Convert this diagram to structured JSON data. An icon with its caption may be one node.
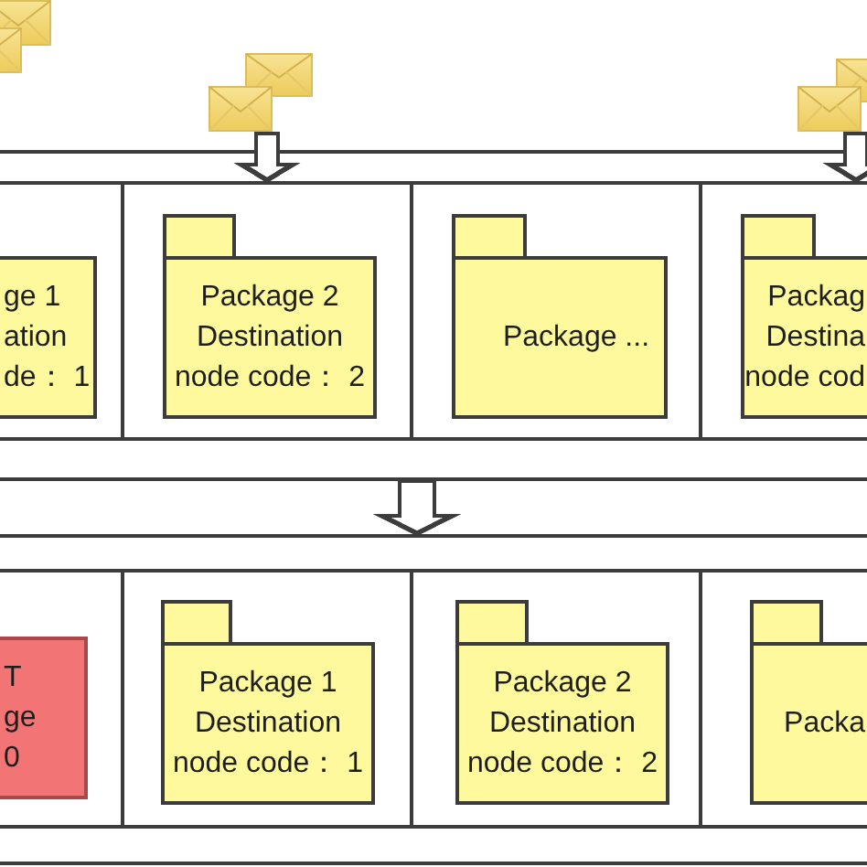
{
  "diagram": {
    "nodes": [
      {
        "text": [],
        "shape": "envelope"
      },
      {
        "text": [],
        "shape": "envelope"
      },
      {
        "text": [],
        "shape": "envelope"
      },
      {
        "text": [],
        "shape": "envelope"
      },
      {
        "text": [],
        "shape": "envelope"
      },
      {
        "text": [],
        "shape": "envelope"
      },
      {
        "text": [],
        "shape": "bar"
      },
      {
        "text": [],
        "shape": "box"
      },
      {
        "text": [
          "ge 1 ation de： 1"
        ],
        "in": 7
      },
      {
        "text": [],
        "shape": "box"
      },
      {
        "text": [
          "Package 2 Destination node code： 2"
        ],
        "in": 9
      },
      {
        "text": [],
        "shape": "box"
      },
      {
        "text": [
          "Package ..."
        ],
        "in": 11
      },
      {
        "text": [],
        "shape": "box"
      },
      {
        "text": [
          "Packag Destina node cod"
        ],
        "in": 13
      },
      {
        "text": [],
        "shape": "bar"
      },
      {
        "text": [],
        "shape": "box"
      },
      {
        "text": [
          "T ge 0"
        ],
        "in": 16
      },
      {
        "text": [],
        "shape": "box"
      },
      {
        "text": [
          "Package 1 Destination node code： 1"
        ],
        "in": 18
      },
      {
        "text": [],
        "shape": "box"
      },
      {
        "text": [
          "Package 2 Destination node code： 2"
        ],
        "in": 20
      },
      {
        "text": [],
        "shape": "box"
      },
      {
        "text": [
          "Packa"
        ],
        "in": 22
      }
    ],
    "edges": [
      {
        "from": 3,
        "to": 6,
        "arrow": "to"
      },
      {
        "from": 5,
        "to": 6,
        "arrow": "to"
      },
      {
        "from": null,
        "to": 15,
        "arrow": "to"
      }
    ]
  }
}
